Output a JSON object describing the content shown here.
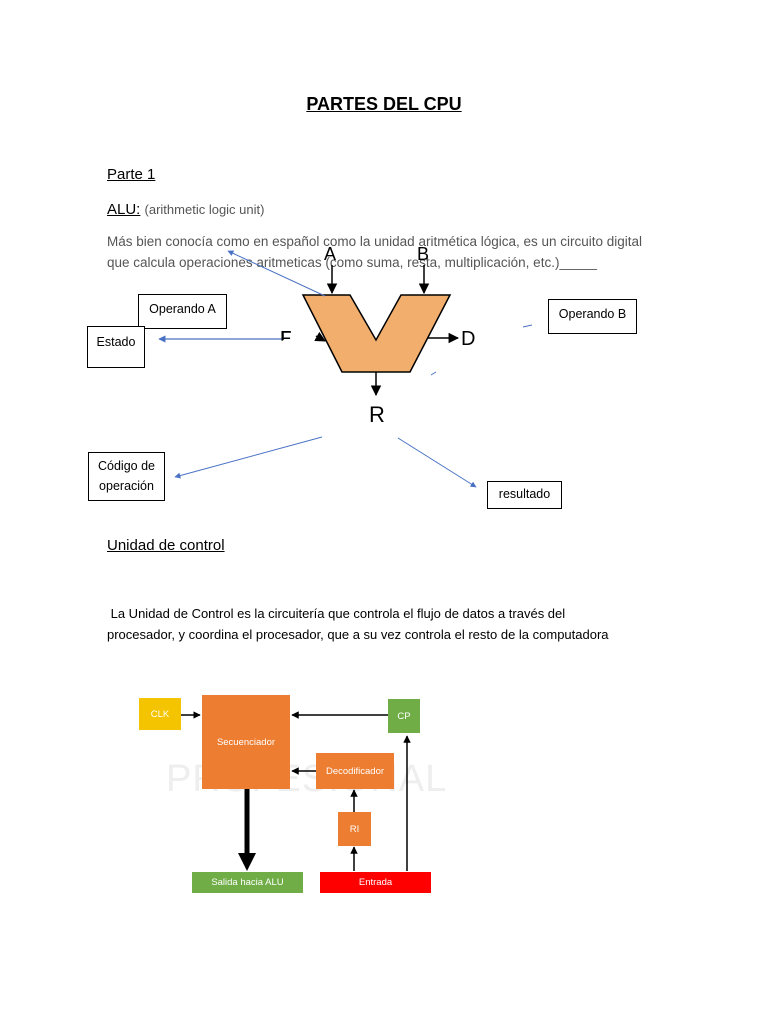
{
  "page": {
    "title": "PARTES DEL CPU",
    "part_heading": "Parte 1"
  },
  "alu": {
    "label": "ALU:",
    "subtitle": "(arithmetic logic unit)",
    "description_line1": "Más bien conocía como en español como la unidad aritmética lógica, es un circuito digital",
    "description_line2": "que calcula operaciones aritmeticas (como suma, resta, multiplicación, etc.)_____",
    "diagram": {
      "port_a": "A",
      "port_b": "B",
      "port_f": "F",
      "port_d": "D",
      "port_r": "R",
      "labels": {
        "operand_a": "Operando A",
        "operand_b": "Operando B",
        "status": "Estado",
        "opcode_line1": "Código de",
        "opcode_line2": "operación",
        "result": "resultado"
      },
      "colors": {
        "alu_fill": "#F2AE6C",
        "arrow_blue": "#4A72C4"
      }
    }
  },
  "control_unit": {
    "heading": "Unidad de control",
    "description_line1": " La Unidad de Control es la circuitería que controla el flujo de datos a través del",
    "description_line2": "procesador, y coordina el procesador, que a su vez controla el resto de la computadora",
    "diagram": {
      "clk": "CLK",
      "sequencer": "Secuenciador",
      "decoder": "Decodificador",
      "cp": "CP",
      "ri": "RI",
      "output": "Salida hacia ALU",
      "input": "Entrada",
      "watermark": "PROFESIONAL",
      "colors": {
        "clk": "#F5C400",
        "orange": "#ED7D31",
        "green": "#70AD47",
        "red": "#FF0000"
      }
    }
  }
}
